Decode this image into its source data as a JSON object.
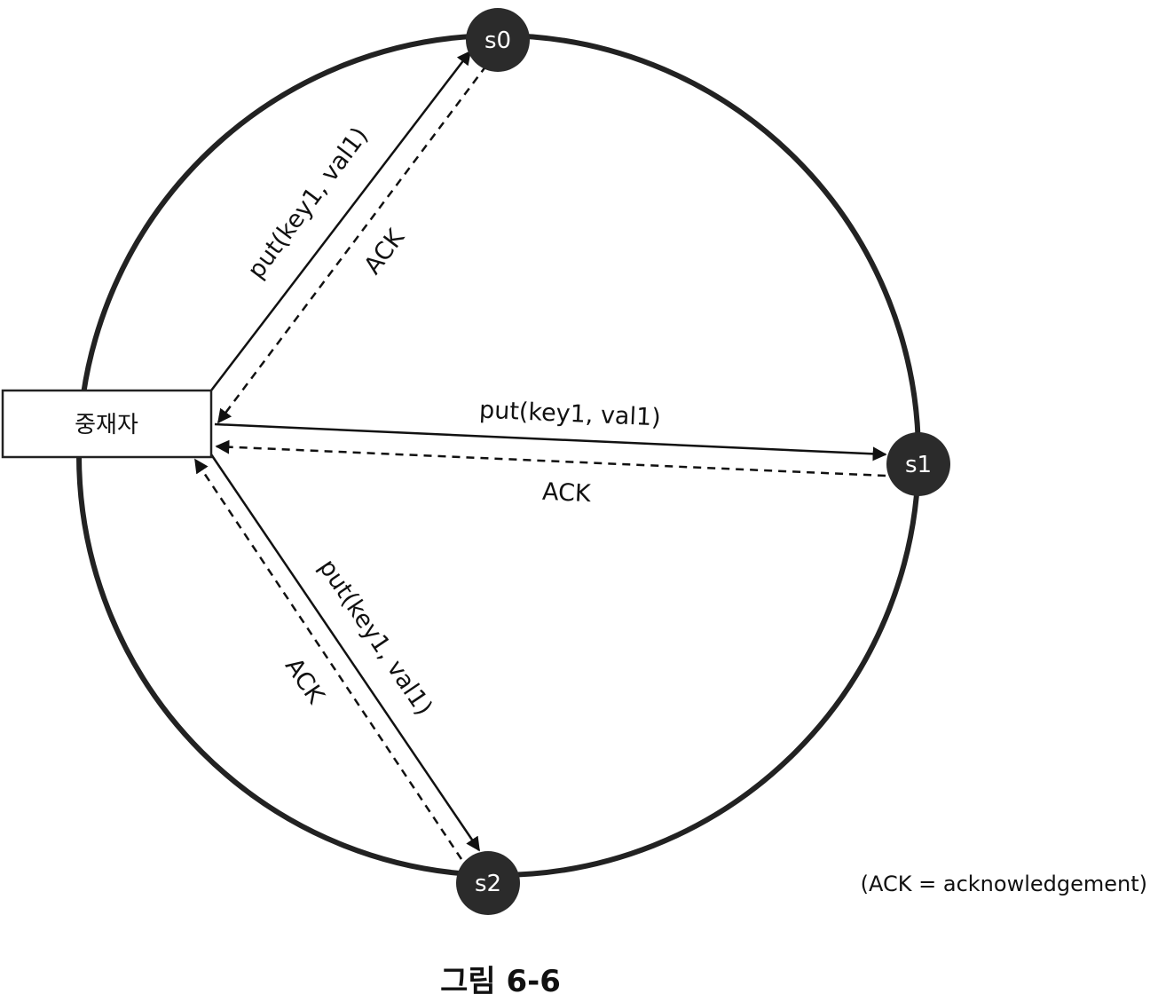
{
  "coordinator": {
    "label": "중재자"
  },
  "nodes": [
    {
      "id": "s0",
      "label": "s0"
    },
    {
      "id": "s1",
      "label": "s1"
    },
    {
      "id": "s2",
      "label": "s2"
    }
  ],
  "messages": {
    "s0": {
      "request": "put(key1, val1)",
      "ack": "ACK"
    },
    "s1": {
      "request": "put(key1, val1)",
      "ack": "ACK"
    },
    "s2": {
      "request": "put(key1, val1)",
      "ack": "ACK"
    }
  },
  "note": "(ACK = acknowledgement)",
  "caption": "그림 6-6",
  "colors": {
    "ring": "#222222",
    "node_fill": "#2b2b2b",
    "node_text": "#ffffff",
    "line": "#111111",
    "box_fill": "#ffffff"
  }
}
